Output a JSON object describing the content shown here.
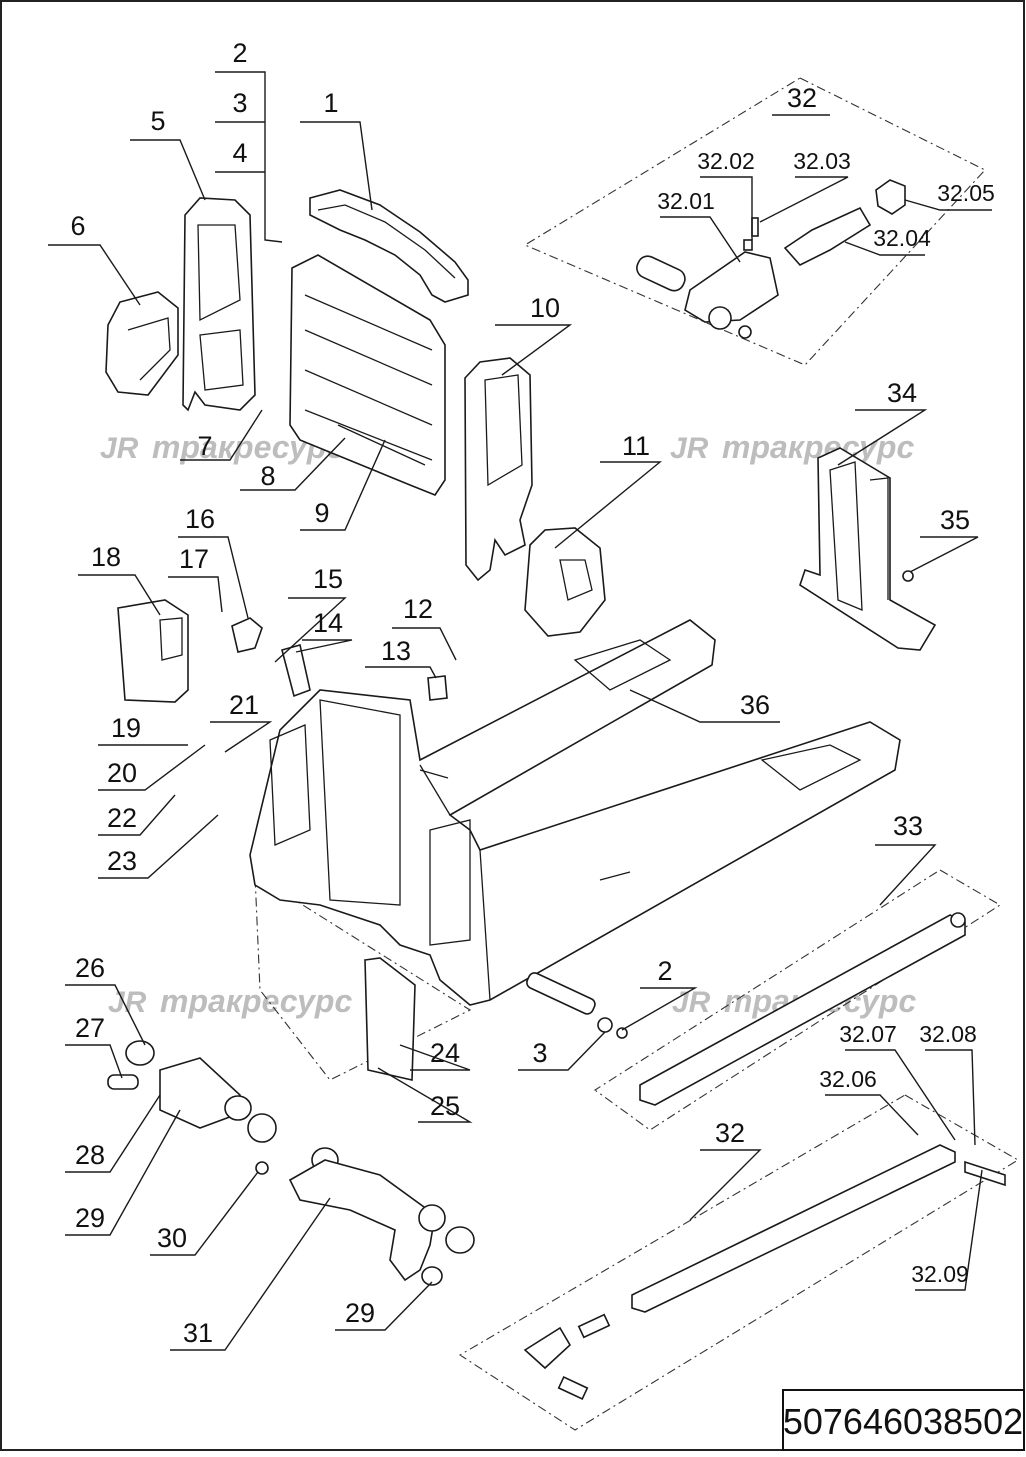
{
  "drawing": {
    "code": "507646038502",
    "watermark": {
      "logo": "JR",
      "text": "тракресурс"
    },
    "callouts": [
      "1",
      "2",
      "3",
      "4",
      "5",
      "6",
      "7",
      "8",
      "9",
      "10",
      "11",
      "12",
      "13",
      "14",
      "15",
      "16",
      "17",
      "18",
      "19",
      "20",
      "21",
      "22",
      "23",
      "24",
      "25",
      "26",
      "27",
      "28",
      "29",
      "30",
      "31",
      "33",
      "34",
      "35",
      "36"
    ],
    "callouts_repeat": {
      "c2b": "2",
      "c3b": "3",
      "c29b": "29",
      "c32a": "32",
      "c32b": "32"
    },
    "sub_callouts": [
      "32.01",
      "32.02",
      "32.03",
      "32.04",
      "32.05",
      "32.06",
      "32.07",
      "32.08",
      "32.09"
    ]
  }
}
